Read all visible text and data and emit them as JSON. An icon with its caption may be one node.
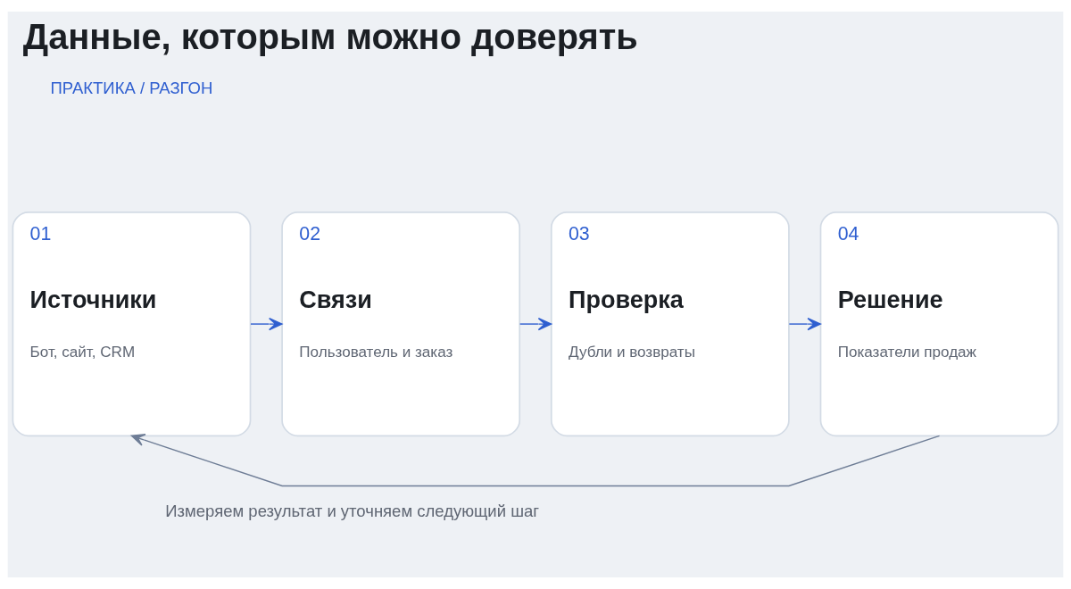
{
  "diagram": {
    "title": "Данные, которым можно доверять",
    "nodes": [
      {
        "text": [
          "01",
          "Источники",
          "Бот, сайт, CRM"
        ]
      },
      {
        "text": [
          "02",
          "Связи",
          "Пользователь и заказ"
        ]
      },
      {
        "text": [
          "03",
          "Проверка",
          "Дубли и возвраты"
        ]
      },
      {
        "text": [
          "04",
          "Решение",
          "Показатели продаж"
        ]
      }
    ],
    "edges": [
      {
        "from": 0,
        "to": 1,
        "arrow": "to"
      },
      {
        "from": 1,
        "to": 2,
        "arrow": "to"
      },
      {
        "from": 2,
        "to": 3,
        "arrow": "to"
      },
      {
        "from": 3,
        "to": 0,
        "arrow": "to",
        "label": "Измеряем результат и уточняем следующий шаг",
        "color": "#6e7d96"
      }
    ],
    "labels": [
      "ПРАКТИКА / РАЗГОН"
    ]
  }
}
